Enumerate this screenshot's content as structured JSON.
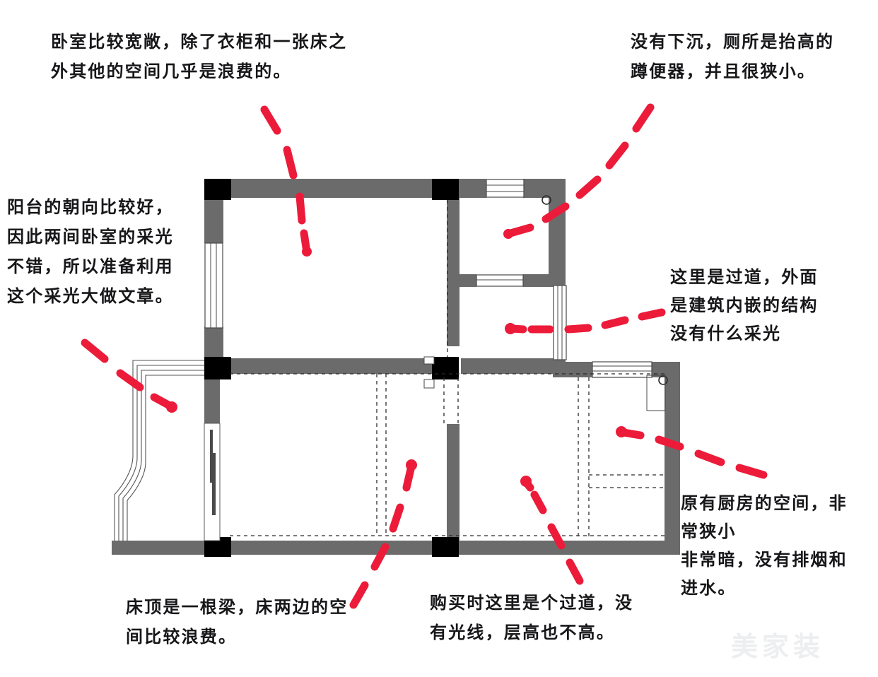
{
  "document": {
    "type": "floor-plan-annotated",
    "watermark": "美家装",
    "colors": {
      "wall_gray": "#6b6b6b",
      "column_black": "#000000",
      "annotation_red": "#ec1b39",
      "text_black": "#17171a",
      "background": "#ffffff",
      "watermark_gray": "#eceef0"
    }
  },
  "annotations": {
    "bedroom": "卧室比较宽敞，除了衣柜和一张床之\n外其他的空间几乎是浪费的。",
    "toilet": "没有下沉，厕所是抬高的\n蹲便器，并且很狭小。",
    "balcony": "阳台的朝向比较好，\n因此两间卧室的采光\n不错，所以准备利用\n这个采光大做文章。",
    "corridor": "这里是过道，外面\n是建筑内嵌的结构\n没有什么采光",
    "kitchen": "原有厨房的空间，非\n常狭小\n非常暗，没有排烟和\n进水。",
    "beam": "床顶是一根梁，床两边的空\n间比较浪费。",
    "hall": "购买时这里是个过道，没\n有光线，层高也不高。"
  },
  "plan": {
    "rooms": [
      {
        "name": "master-bedroom",
        "label": ""
      },
      {
        "name": "bathroom",
        "label": ""
      },
      {
        "name": "second-bedroom",
        "label": ""
      },
      {
        "name": "living-hall",
        "label": ""
      },
      {
        "name": "kitchen",
        "label": ""
      },
      {
        "name": "balcony",
        "label": ""
      }
    ]
  }
}
